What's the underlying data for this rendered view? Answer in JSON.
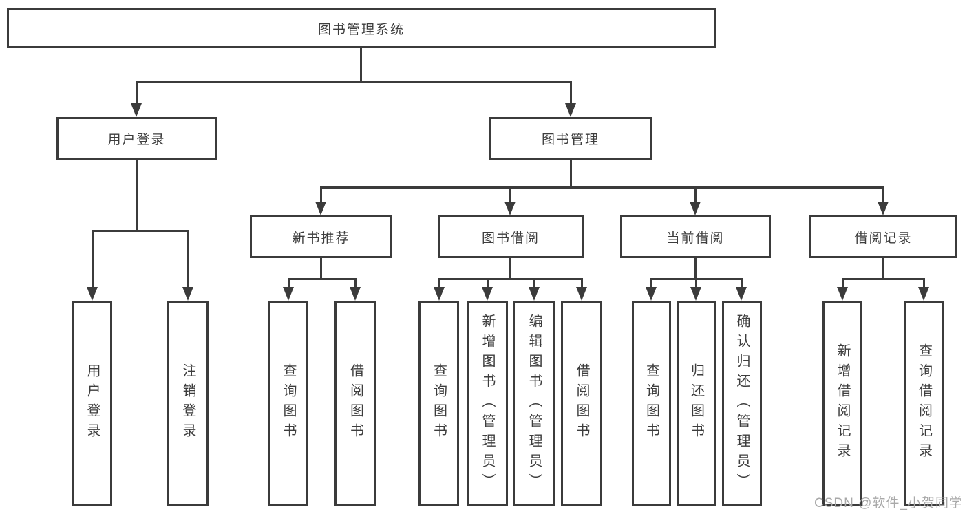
{
  "diagram_title": "图书管理系统",
  "nodes": {
    "root": {
      "label": "图书管理系统"
    },
    "user_login": {
      "label": "用户登录"
    },
    "book_mgmt": {
      "label": "图书管理"
    },
    "new_book_rec": {
      "label": "新书推荐"
    },
    "book_borrow": {
      "label": "图书借阅"
    },
    "current_borrow": {
      "label": "当前借阅"
    },
    "borrow_records": {
      "label": "借阅记录"
    },
    "leaf_user_login": {
      "label": "用户登录"
    },
    "leaf_logout": {
      "label": "注销登录"
    },
    "leaf_query_book_1": {
      "label": "查询图书"
    },
    "leaf_borrow_book_1": {
      "label": "借阅图书"
    },
    "leaf_query_book_2": {
      "label": "查询图书"
    },
    "leaf_add_book": {
      "label": "新增图书（管理员）"
    },
    "leaf_edit_book": {
      "label": "编辑图书（管理员）"
    },
    "leaf_borrow_book_2": {
      "label": "借阅图书"
    },
    "leaf_query_book_3": {
      "label": "查询图书"
    },
    "leaf_return_book": {
      "label": "归还图书"
    },
    "leaf_confirm_return": {
      "label": "确认归还（管理员）"
    },
    "leaf_add_record": {
      "label": "新增借阅记录"
    },
    "leaf_query_record": {
      "label": "查询借阅记录"
    }
  },
  "hierarchy": {
    "root": "图书管理系统",
    "children": [
      {
        "label": "用户登录",
        "children": [
          "用户登录",
          "注销登录"
        ]
      },
      {
        "label": "图书管理",
        "children": [
          {
            "label": "新书推荐",
            "children": [
              "查询图书",
              "借阅图书"
            ]
          },
          {
            "label": "图书借阅",
            "children": [
              "查询图书",
              "新增图书（管理员）",
              "编辑图书（管理员）",
              "借阅图书"
            ]
          },
          {
            "label": "当前借阅",
            "children": [
              "查询图书",
              "归还图书",
              "确认归还（管理员）"
            ]
          },
          {
            "label": "借阅记录",
            "children": [
              "新增借阅记录",
              "查询借阅记录"
            ]
          }
        ]
      }
    ]
  },
  "watermark": {
    "text": "CSDN @软件_小贺同学"
  },
  "colors": {
    "line": "#3b3b3b",
    "text": "#3d3d3d",
    "watermark": "#a9a9a9",
    "background": "#ffffff"
  }
}
